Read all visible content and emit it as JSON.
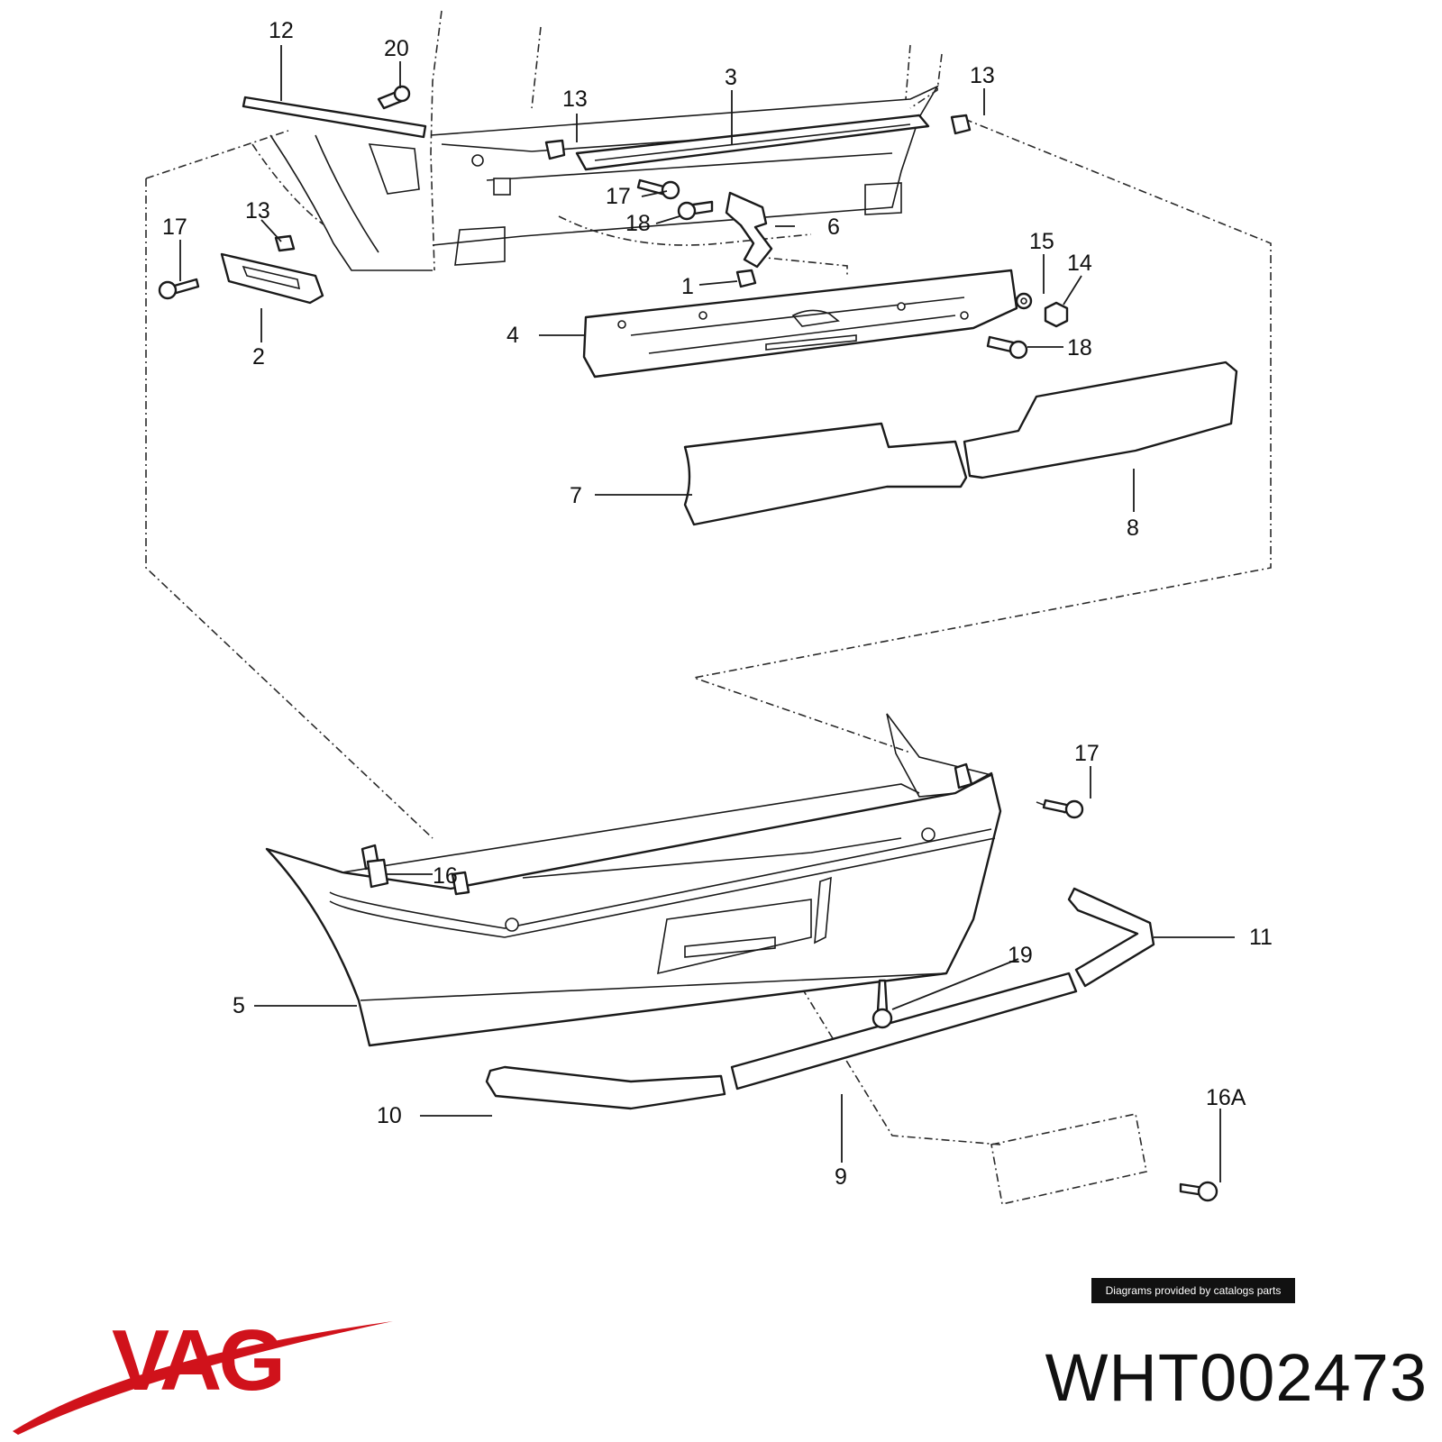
{
  "diagram": {
    "callouts": [
      "1",
      "2",
      "3",
      "4",
      "5",
      "6",
      "7",
      "8",
      "9",
      "10",
      "11",
      "12",
      "13",
      "14",
      "15",
      "16",
      "16A",
      "17",
      "18",
      "19",
      "20"
    ]
  },
  "labels": {
    "l12": "12",
    "l20": "20",
    "l3": "3",
    "l13a": "13",
    "l13b": "13",
    "l13c": "13",
    "l17a": "17",
    "l17b": "17",
    "l17c": "17",
    "l18a": "18",
    "l18b": "18",
    "l6": "6",
    "l15": "15",
    "l14": "14",
    "l1": "1",
    "l4": "4",
    "l2": "2",
    "l7": "7",
    "l8": "8",
    "l16": "16",
    "l11": "11",
    "l19": "19",
    "l5": "5",
    "l10": "10",
    "l9": "9",
    "l16a": "16A"
  },
  "footer": {
    "credit": "Diagrams provided by catalogs parts",
    "brand": "VAG",
    "part_number": "WHT002473",
    "brand_color": "#d0121b"
  }
}
